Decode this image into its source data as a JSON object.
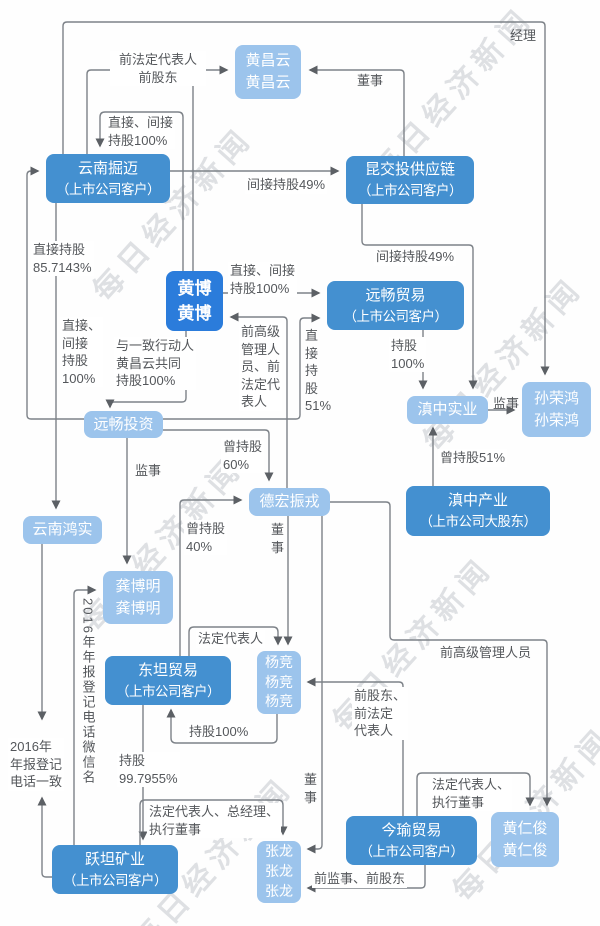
{
  "watermark": {
    "text": "每日经济新闻"
  },
  "nodes": {
    "huangchangyun": {
      "lines": [
        "黄昌云",
        "黄昌云"
      ]
    },
    "kunjiaotou": {
      "lines": [
        "昆交投供应链",
        "（上市公司客户）"
      ]
    },
    "yunnanjuemai": {
      "lines": [
        "云南掘迈",
        "（上市公司客户）"
      ]
    },
    "huangbo": {
      "lines": [
        "黄博",
        "黄博"
      ]
    },
    "yuanchangmaoyi": {
      "lines": [
        "远畅贸易",
        "（上市公司客户）"
      ]
    },
    "sunronghong": {
      "lines": [
        "孙荣鸿",
        "孙荣鸿"
      ]
    },
    "dianzhongshiye": {
      "lines": [
        "滇中实业"
      ]
    },
    "yuanchangtouzi": {
      "lines": [
        "远畅投资"
      ]
    },
    "yunnanhongshi": {
      "lines": [
        "云南鸿实"
      ]
    },
    "dehongzhenrong": {
      "lines": [
        "德宏振戎"
      ]
    },
    "dianzhongchanye": {
      "lines": [
        "滇中产业",
        "（上市公司大股东）"
      ]
    },
    "gongboming": {
      "lines": [
        "龚博明",
        "龚博明"
      ]
    },
    "dongtanmaoyi": {
      "lines": [
        "东坦贸易",
        "（上市公司客户）"
      ]
    },
    "yangjing": {
      "lines": [
        "杨竞",
        "杨竞",
        "杨竞"
      ]
    },
    "jinyumaoyi": {
      "lines": [
        "今瑜贸易",
        "（上市公司客户）"
      ]
    },
    "huangrenjun": {
      "lines": [
        "黄仁俊",
        "黄仁俊"
      ]
    },
    "yuetankuangye": {
      "lines": [
        "跃坦矿业",
        "（上市公司客户）"
      ]
    },
    "zhanglong": {
      "lines": [
        "张龙",
        "张龙",
        "张龙"
      ]
    }
  },
  "edge_labels": {
    "jingli": "经理",
    "qianfading_qiangudong": "前法定代表人\n前股东",
    "dongshi_top": "董事",
    "jianjie49_1": "间接持股49%",
    "zhijie_jianjie_100_top": "直接、间接\n持股100%",
    "zhijie857": "直接持股\n85.7143%",
    "zhijie_jianjie_100_mid": "直接、间接\n持股100%",
    "jianjie49_2": "间接持股49%",
    "zhijie_jianjie_100_left": "直接、\n间接\n持股\n100%",
    "yizhixingdong": "与一致行动人\n黄昌云共同\n持股100%",
    "qiangaoguanfa": "前高级\n管理人\n员、前\n法定代\n表人",
    "zhijie51": "直\n接\n持\n股\n51%",
    "chigu100_mid": "持股\n100%",
    "jianshi_right": "监事",
    "cengchigu51": "曾持股51%",
    "cengchigu60": "曾持股\n60%",
    "jianshi_left": "监事",
    "cengchigu40": "曾持股\n40%",
    "dongshi_dehong": "董\n事",
    "qiangaoguanli": "前高级管理人员",
    "fadingdaibiaoren": "法定代表人",
    "weixinming": "2016年年报登记电话微信名",
    "qiangudong_qianfa": "前股东、\n前法定\n代表人",
    "chigu100_loop": "持股100%",
    "dianhua_yizhi": "2016年\n年报登记\n电话一致",
    "chigu997955": "持股\n99.7955%",
    "fading_zongjingli": "法定代表人、总经理、\n执行董事",
    "dongshi_zhanglong": "董\n事",
    "fading_zhixing": "法定代表人、\n执行董事",
    "qianjianshi": "前监事、前股东"
  },
  "colors": {
    "dark_box": "#4490d0",
    "light_box": "#9cc4ec",
    "primary_box": "#2b7cdb",
    "line": "#7d8288",
    "label_text": "#54575b"
  }
}
